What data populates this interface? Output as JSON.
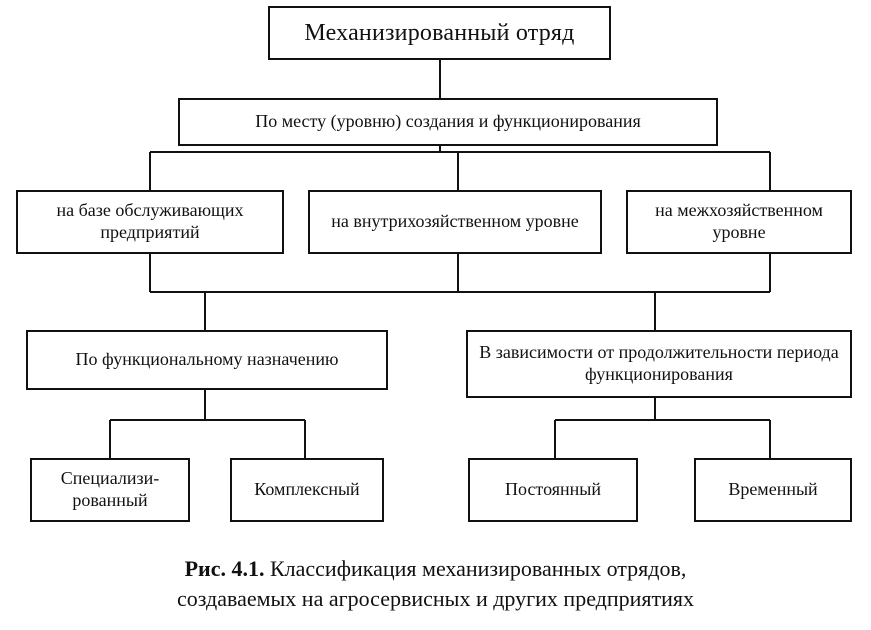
{
  "diagram": {
    "root": {
      "label": "Механизированный отряд"
    },
    "criterion_place": {
      "label": "По месту (уровню) создания и функционирования"
    },
    "place_types": [
      {
        "label": "на базе обслуживающих предприятий"
      },
      {
        "label": "на внутрихозяйственном уровне"
      },
      {
        "label": "на межхозяйственном уровне"
      }
    ],
    "criterion_function": {
      "label": "По функциональному назначению"
    },
    "criterion_duration": {
      "label": "В зависимости от продолжительности периода функционирования"
    },
    "function_types": [
      {
        "label": "Специализи-рованный"
      },
      {
        "label": "Комплексный"
      }
    ],
    "duration_types": [
      {
        "label": "Постоянный"
      },
      {
        "label": "Временный"
      }
    ]
  },
  "caption": {
    "prefix": "Рис. 4.1.",
    "line1_text": " Классификация механизированных отрядов,",
    "line2": "создаваемых на агросервисных и других предприятиях"
  }
}
